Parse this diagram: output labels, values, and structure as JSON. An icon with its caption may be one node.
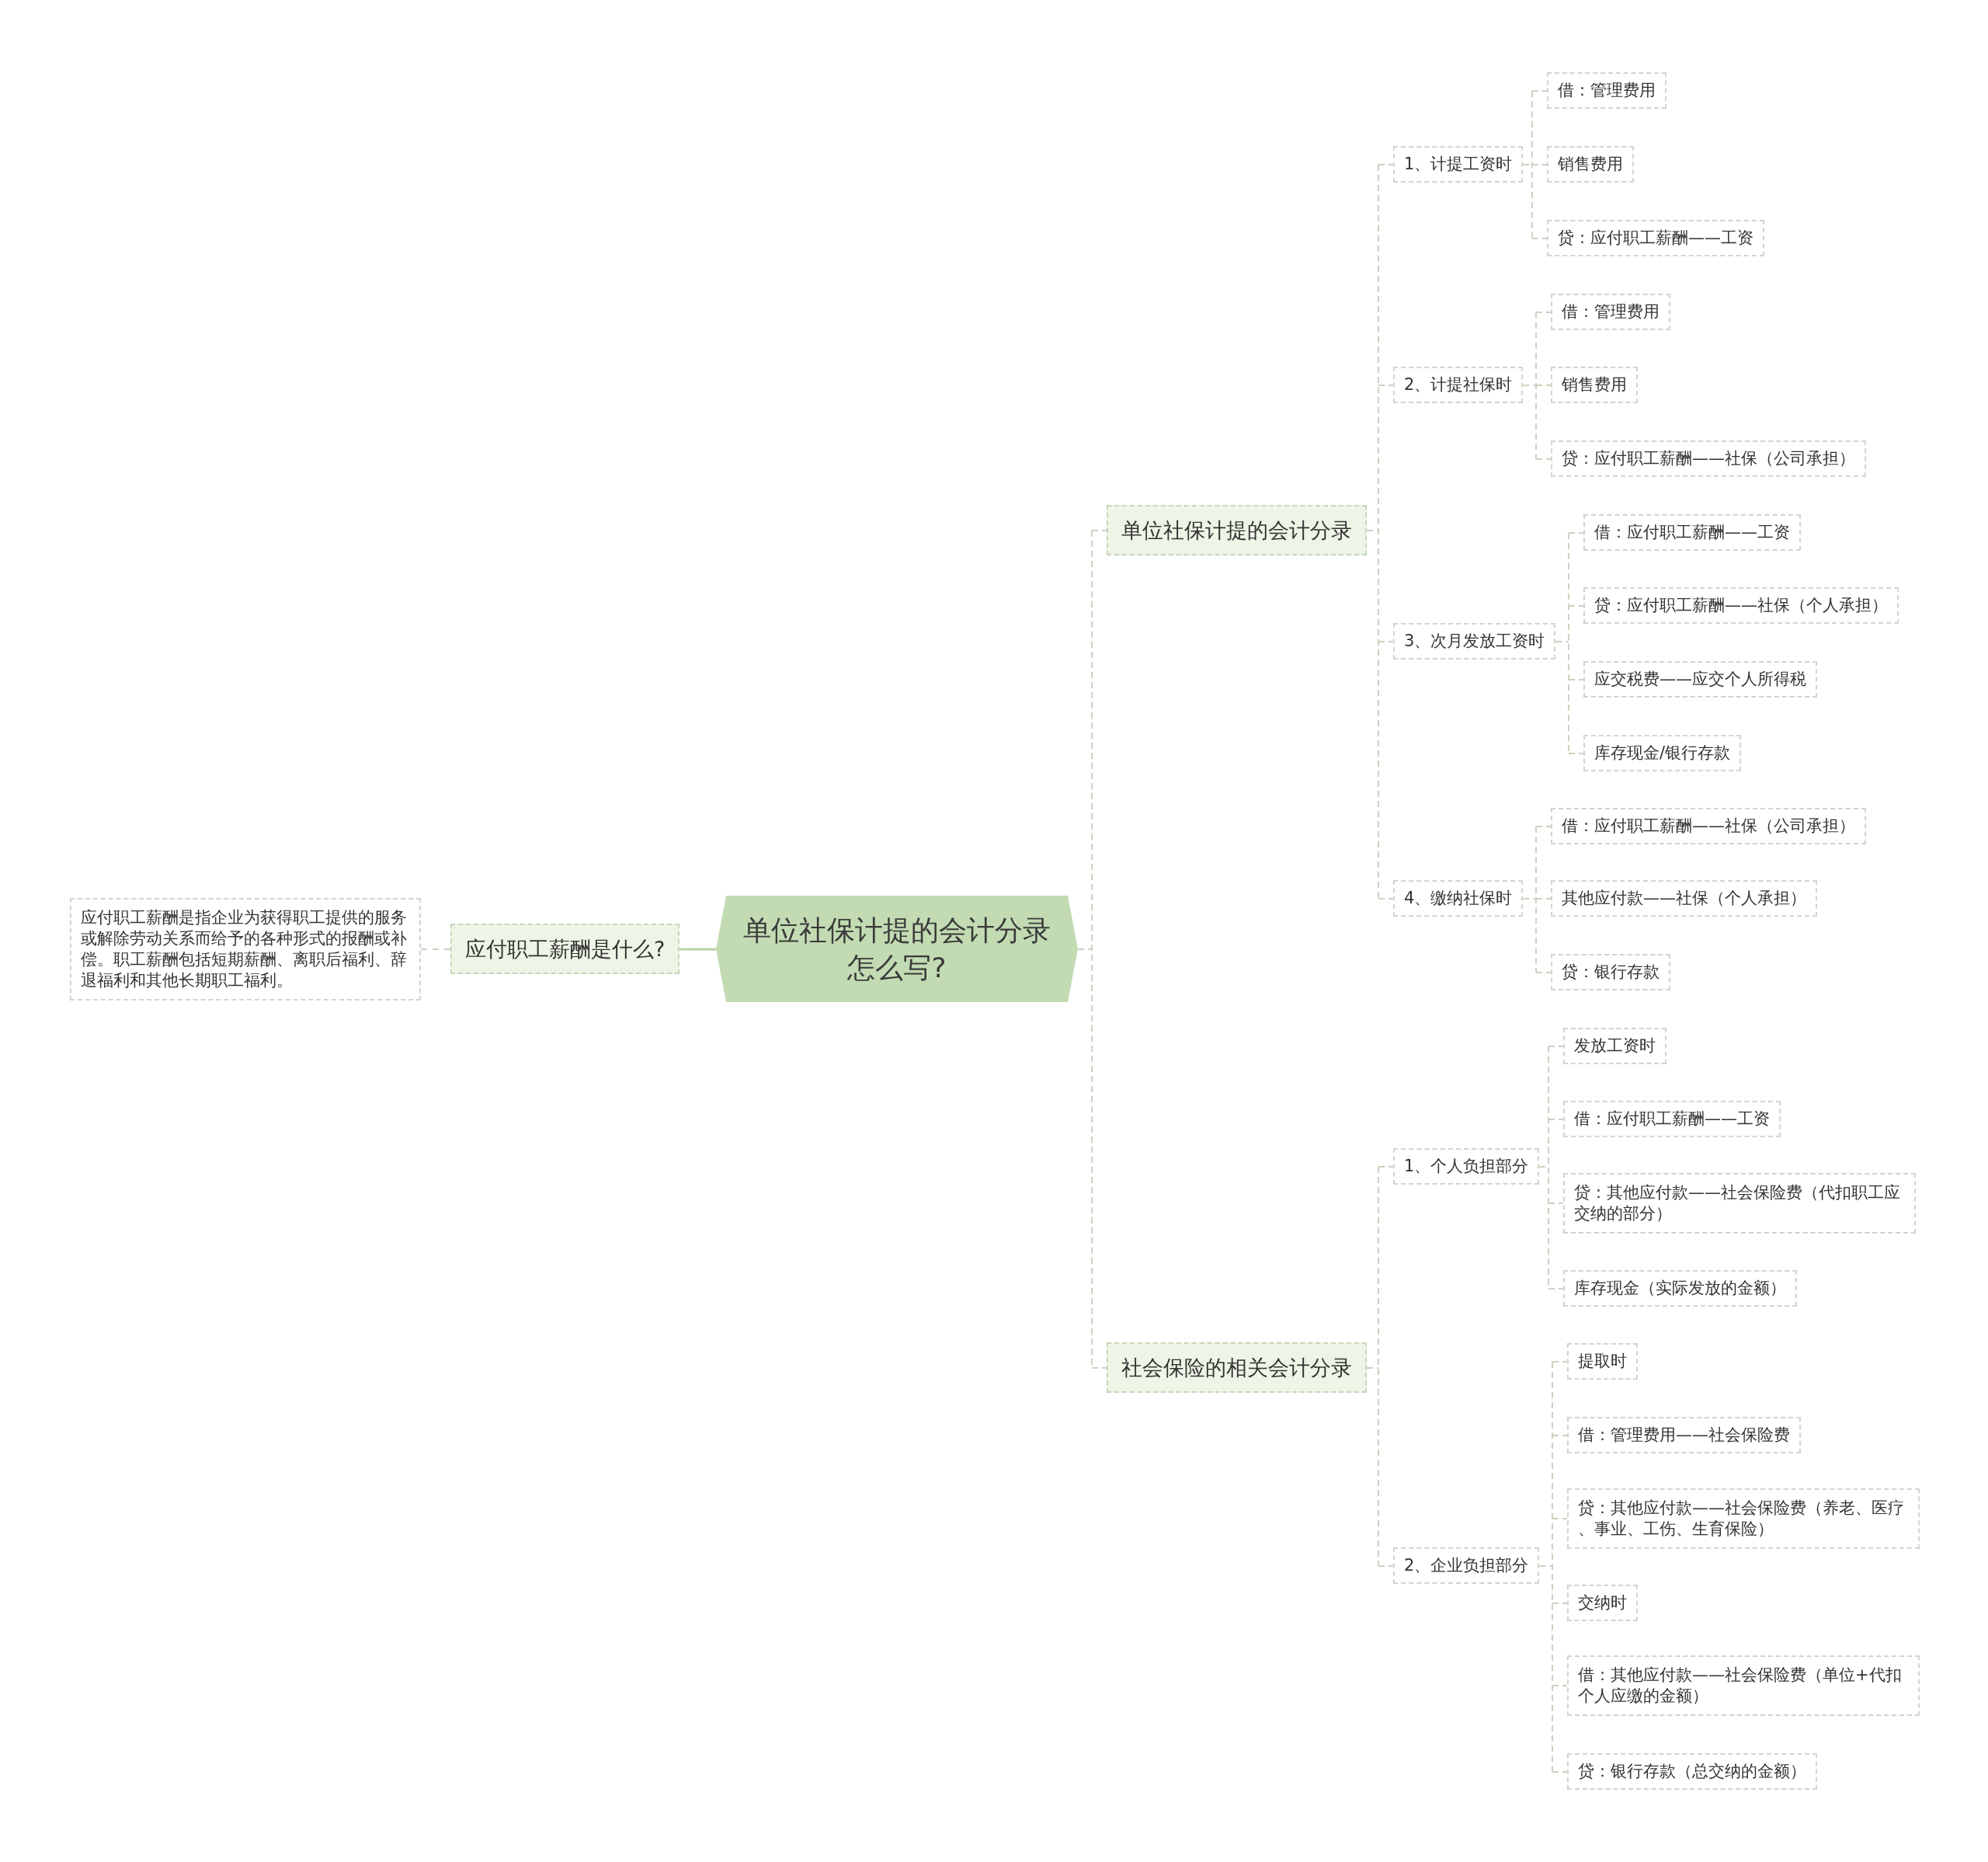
{
  "diagram": {
    "nodes": [
      {
        "text": [
          "单位社保计提的会计分录怎么写?"
        ]
      },
      {
        "text": [
          "单位社保计提的会计分录"
        ]
      },
      {
        "text": [
          "1、计提工资时"
        ]
      },
      {
        "text": [
          "借：管理费用"
        ]
      },
      {
        "text": [
          "销售费用"
        ]
      },
      {
        "text": [
          "贷：应付职工薪酬——工资"
        ]
      },
      {
        "text": [
          "2、计提社保时"
        ]
      },
      {
        "text": [
          "借：管理费用"
        ]
      },
      {
        "text": [
          "销售费用"
        ]
      },
      {
        "text": [
          "贷：应付职工薪酬——社保（公司承担）"
        ]
      },
      {
        "text": [
          "3、次月发放工资时"
        ]
      },
      {
        "text": [
          "借：应付职工薪酬——工资"
        ]
      },
      {
        "text": [
          "贷：应付职工薪酬——社保（个人承担）"
        ]
      },
      {
        "text": [
          "应交税费——应交个人所得税"
        ]
      },
      {
        "text": [
          "库存现金/银行存款"
        ]
      },
      {
        "text": [
          "4、缴纳社保时"
        ]
      },
      {
        "text": [
          "借：应付职工薪酬——社保（公司承担）"
        ]
      },
      {
        "text": [
          "其他应付款——社保（个人承担）"
        ]
      },
      {
        "text": [
          "贷：银行存款"
        ]
      },
      {
        "text": [
          "社会保险的相关会计分录"
        ]
      },
      {
        "text": [
          "1、个人负担部分"
        ]
      },
      {
        "text": [
          "发放工资时"
        ]
      },
      {
        "text": [
          "借：应付职工薪酬——工资"
        ]
      },
      {
        "text": [
          "贷：其他应付款——社会保险费（代扣职工应交纳的部分）"
        ]
      },
      {
        "text": [
          "库存现金（实际发放的金额）"
        ]
      },
      {
        "text": [
          "2、企业负担部分"
        ]
      },
      {
        "text": [
          "提取时"
        ]
      },
      {
        "text": [
          "借：管理费用——社会保险费"
        ]
      },
      {
        "text": [
          "贷：其他应付款——社会保险费（养老、医疗、事业、工伤、生育保险）"
        ]
      },
      {
        "text": [
          "交纳时"
        ]
      },
      {
        "text": [
          "借：其他应付款——社会保险费（单位+代扣个人应缴的金额）"
        ]
      },
      {
        "text": [
          "贷：银行存款（总交纳的金额）"
        ]
      },
      {
        "text": [
          "应付职工薪酬是什么?"
        ]
      },
      {
        "text": [
          "应付职工薪酬是指企业为获得职工提供的服务或解除劳动关系而给予的各种形式的报酬或补偿。职工薪酬包括短期薪酬、离职后福利、辞退福利和其他长期职工福利。"
        ]
      }
    ],
    "edges": [
      {
        "from": 0,
        "to": 1,
        "arrow": "none",
        "style": "dashed"
      },
      {
        "from": 1,
        "to": 2,
        "arrow": "none",
        "style": "dashed"
      },
      {
        "from": 2,
        "to": 3,
        "arrow": "none",
        "style": "dashed"
      },
      {
        "from": 2,
        "to": 4,
        "arrow": "none",
        "style": "dashed"
      },
      {
        "from": 2,
        "to": 5,
        "arrow": "none",
        "style": "dashed"
      },
      {
        "from": 1,
        "to": 6,
        "arrow": "none",
        "style": "dashed"
      },
      {
        "from": 6,
        "to": 7,
        "arrow": "none",
        "style": "dashed"
      },
      {
        "from": 6,
        "to": 8,
        "arrow": "none",
        "style": "dashed"
      },
      {
        "from": 6,
        "to": 9,
        "arrow": "none",
        "style": "dashed"
      },
      {
        "from": 1,
        "to": 10,
        "arrow": "none",
        "style": "dashed"
      },
      {
        "from": 10,
        "to": 11,
        "arrow": "none",
        "style": "dashed"
      },
      {
        "from": 10,
        "to": 12,
        "arrow": "none",
        "style": "dashed"
      },
      {
        "from": 10,
        "to": 13,
        "arrow": "none",
        "style": "dashed"
      },
      {
        "from": 10,
        "to": 14,
        "arrow": "none",
        "style": "dashed"
      },
      {
        "from": 1,
        "to": 15,
        "arrow": "none",
        "style": "dashed"
      },
      {
        "from": 15,
        "to": 16,
        "arrow": "none",
        "style": "dashed"
      },
      {
        "from": 15,
        "to": 17,
        "arrow": "none",
        "style": "dashed"
      },
      {
        "from": 15,
        "to": 18,
        "arrow": "none",
        "style": "dashed"
      },
      {
        "from": 0,
        "to": 19,
        "arrow": "none",
        "style": "dashed"
      },
      {
        "from": 19,
        "to": 20,
        "arrow": "none",
        "style": "dashed"
      },
      {
        "from": 20,
        "to": 21,
        "arrow": "none",
        "style": "dashed"
      },
      {
        "from": 20,
        "to": 22,
        "arrow": "none",
        "style": "dashed"
      },
      {
        "from": 20,
        "to": 23,
        "arrow": "none",
        "style": "dashed"
      },
      {
        "from": 20,
        "to": 24,
        "arrow": "none",
        "style": "dashed"
      },
      {
        "from": 19,
        "to": 25,
        "arrow": "none",
        "style": "dashed"
      },
      {
        "from": 25,
        "to": 26,
        "arrow": "none",
        "style": "dashed"
      },
      {
        "from": 25,
        "to": 27,
        "arrow": "none",
        "style": "dashed"
      },
      {
        "from": 25,
        "to": 28,
        "arrow": "none",
        "style": "dashed"
      },
      {
        "from": 25,
        "to": 29,
        "arrow": "none",
        "style": "dashed"
      },
      {
        "from": 25,
        "to": 30,
        "arrow": "none",
        "style": "dashed"
      },
      {
        "from": 25,
        "to": 31,
        "arrow": "none",
        "style": "dashed"
      },
      {
        "from": 0,
        "to": 32,
        "arrow": "none",
        "color": "#b5d5a5"
      },
      {
        "from": 32,
        "to": 33,
        "arrow": "none",
        "style": "dashed"
      }
    ]
  }
}
